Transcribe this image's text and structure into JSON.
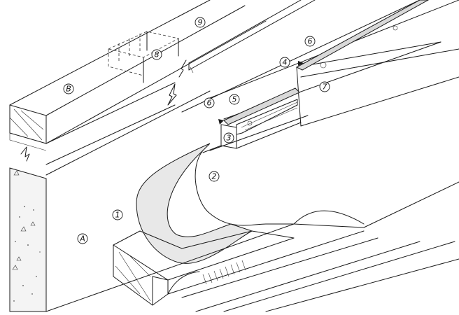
{
  "callouts": {
    "c1": "1",
    "c2": "2",
    "c3": "3",
    "c4": "4",
    "c5": "5",
    "c6a": "6",
    "c6b": "6",
    "c7": "7",
    "c8": "8",
    "c9": "9",
    "cA": "A",
    "cB": "B"
  }
}
